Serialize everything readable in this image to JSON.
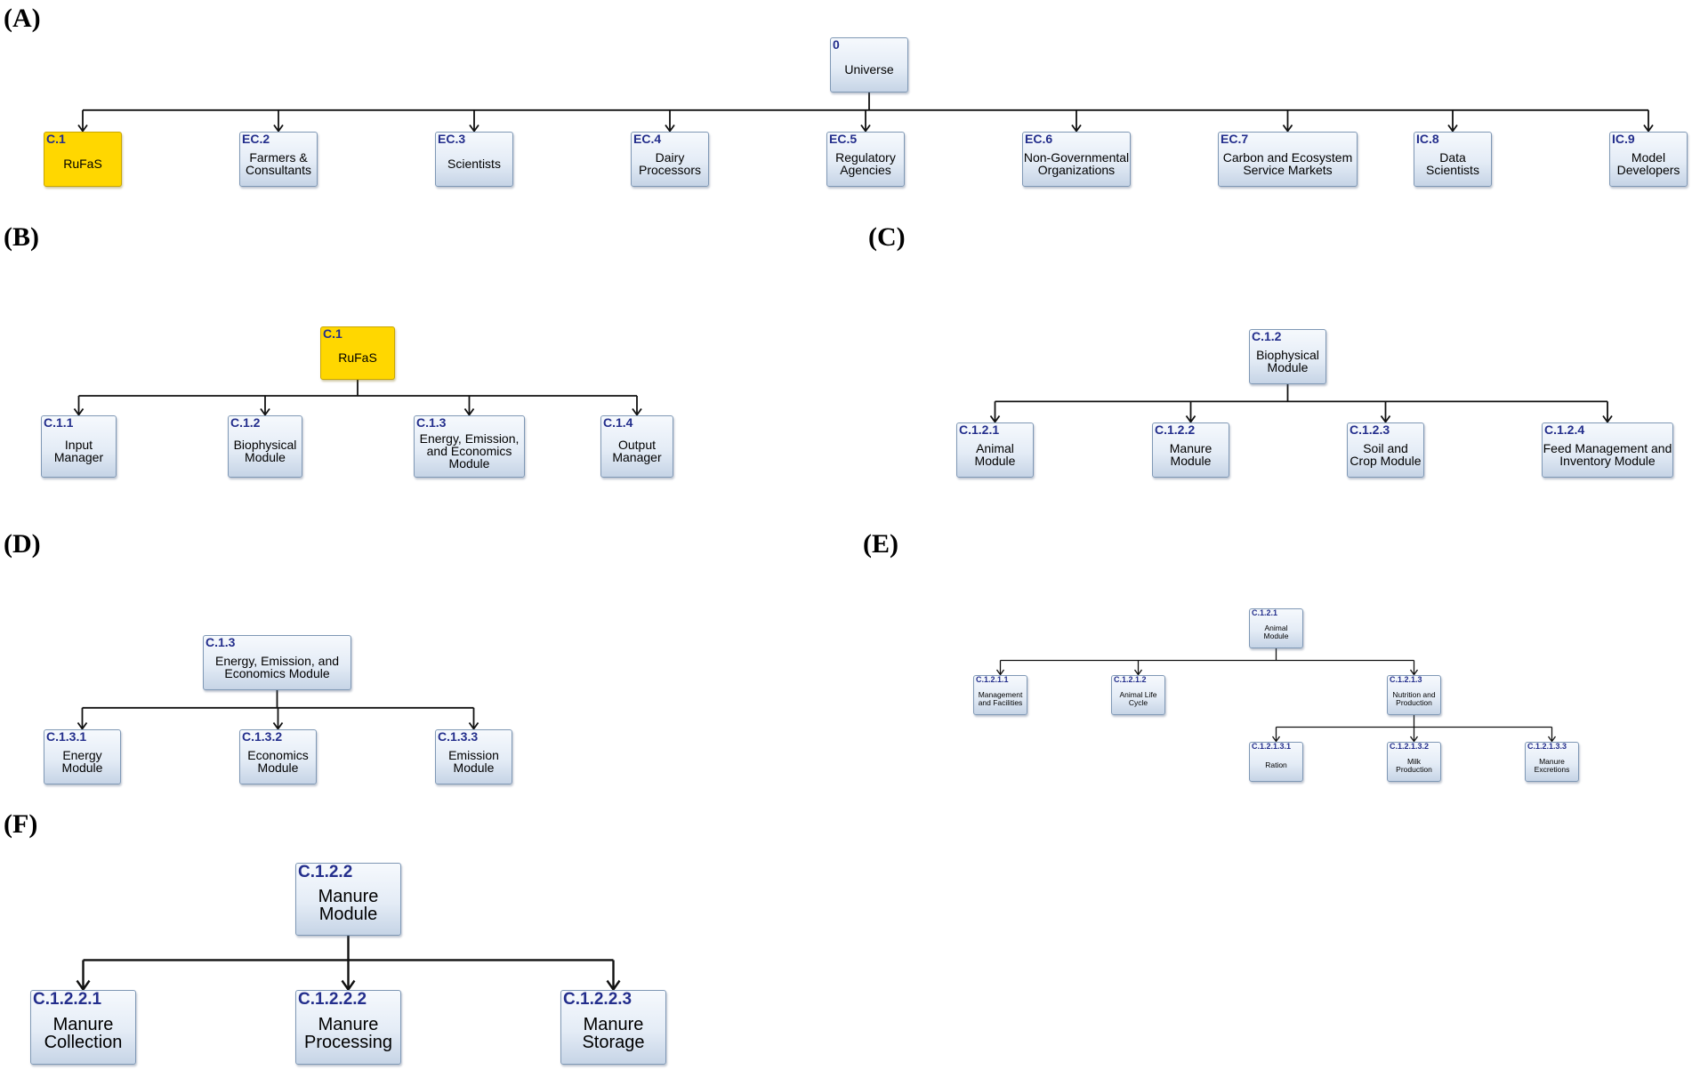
{
  "panels": [
    {
      "label": "(A)",
      "nodes": [
        {
          "id": "0",
          "label": "Universe"
        },
        {
          "id": "C.1",
          "label": "RuFaS",
          "highlight": true
        },
        {
          "id": "EC.2",
          "label": "Farmers &\nConsultants"
        },
        {
          "id": "EC.3",
          "label": "Scientists"
        },
        {
          "id": "EC.4",
          "label": "Dairy\nProcessors"
        },
        {
          "id": "EC.5",
          "label": "Regulatory\nAgencies"
        },
        {
          "id": "EC.6",
          "label": "Non-Governmental\nOrganizations"
        },
        {
          "id": "EC.7",
          "label": "Carbon and Ecosystem\nService Markets"
        },
        {
          "id": "IC.8",
          "label": "Data\nScientists"
        },
        {
          "id": "IC.9",
          "label": "Model\nDevelopers"
        }
      ],
      "edges": [
        [
          0,
          1
        ],
        [
          0,
          2
        ],
        [
          0,
          3
        ],
        [
          0,
          4
        ],
        [
          0,
          5
        ],
        [
          0,
          6
        ],
        [
          0,
          7
        ],
        [
          0,
          8
        ],
        [
          0,
          9
        ]
      ]
    },
    {
      "label": "(B)",
      "nodes": [
        {
          "id": "C.1",
          "label": "RuFaS",
          "highlight": true
        },
        {
          "id": "C.1.1",
          "label": "Input\nManager"
        },
        {
          "id": "C.1.2",
          "label": "Biophysical\nModule"
        },
        {
          "id": "C.1.3",
          "label": "Energy, Emission,\nand Economics\nModule"
        },
        {
          "id": "C.1.4",
          "label": "Output\nManager"
        }
      ],
      "edges": [
        [
          0,
          1
        ],
        [
          0,
          2
        ],
        [
          0,
          3
        ],
        [
          0,
          4
        ]
      ]
    },
    {
      "label": "(C)",
      "nodes": [
        {
          "id": "C.1.2",
          "label": "Biophysical\nModule"
        },
        {
          "id": "C.1.2.1",
          "label": "Animal\nModule"
        },
        {
          "id": "C.1.2.2",
          "label": "Manure\nModule"
        },
        {
          "id": "C.1.2.3",
          "label": "Soil and\nCrop Module"
        },
        {
          "id": "C.1.2.4",
          "label": "Feed Management and\nInventory Module"
        }
      ],
      "edges": [
        [
          0,
          1
        ],
        [
          0,
          2
        ],
        [
          0,
          3
        ],
        [
          0,
          4
        ]
      ]
    },
    {
      "label": "(D)",
      "nodes": [
        {
          "id": "C.1.3",
          "label": "Energy, Emission, and\nEconomics Module"
        },
        {
          "id": "C.1.3.1",
          "label": "Energy\nModule"
        },
        {
          "id": "C.1.3.2",
          "label": "Economics\nModule"
        },
        {
          "id": "C.1.3.3",
          "label": "Emission\nModule"
        }
      ],
      "edges": [
        [
          0,
          1
        ],
        [
          0,
          2
        ],
        [
          0,
          3
        ]
      ]
    },
    {
      "label": "(E)",
      "nodes": [
        {
          "id": "C.1.2.1",
          "label": "Animal\nModule"
        },
        {
          "id": "C.1.2.1.1",
          "label": "Management\nand Facilities"
        },
        {
          "id": "C.1.2.1.2",
          "label": "Animal Life\nCycle"
        },
        {
          "id": "C.1.2.1.3",
          "label": "Nutrition and\nProduction"
        },
        {
          "id": "C.1.2.1.3.1",
          "label": "Ration"
        },
        {
          "id": "C.1.2.1.3.2",
          "label": "Milk\nProduction"
        },
        {
          "id": "C.1.2.1.3.3",
          "label": "Manure\nExcretions"
        }
      ],
      "edges": [
        [
          0,
          1
        ],
        [
          0,
          2
        ],
        [
          0,
          3
        ],
        [
          3,
          4
        ],
        [
          3,
          5
        ],
        [
          3,
          6
        ]
      ]
    },
    {
      "label": "(F)",
      "nodes": [
        {
          "id": "C.1.2.2",
          "label": "Manure\nModule"
        },
        {
          "id": "C.1.2.2.1",
          "label": "Manure\nCollection"
        },
        {
          "id": "C.1.2.2.2",
          "label": "Manure\nProcessing"
        },
        {
          "id": "C.1.2.2.3",
          "label": "Manure\nStorage"
        }
      ],
      "edges": [
        [
          0,
          1
        ],
        [
          0,
          2
        ],
        [
          0,
          3
        ]
      ]
    }
  ]
}
